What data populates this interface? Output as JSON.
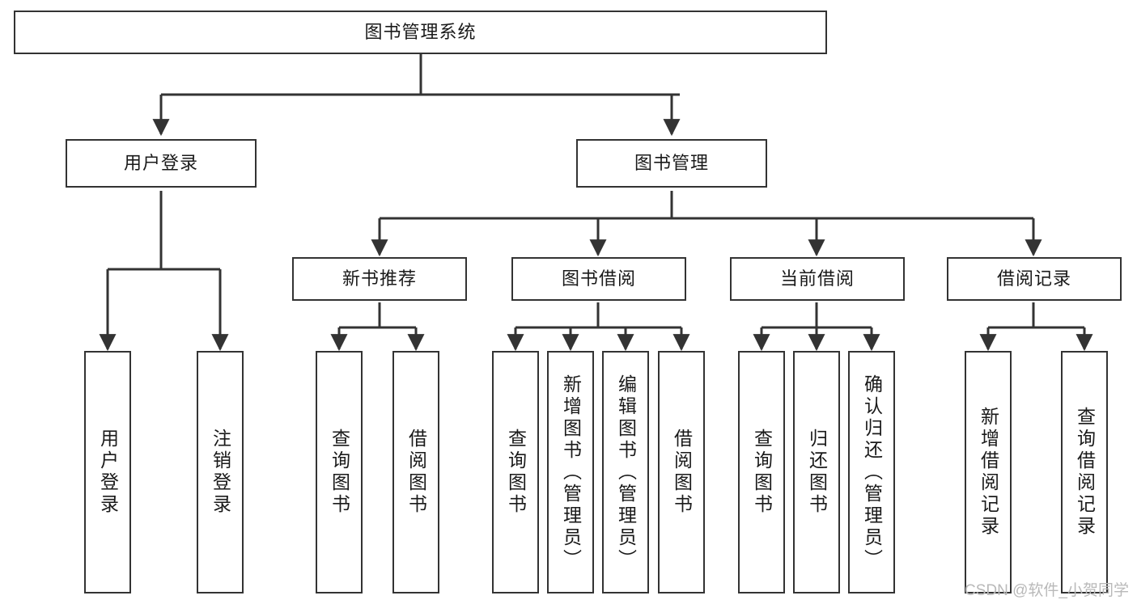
{
  "diagram": {
    "type": "tree-hierarchy",
    "title": "图书管理系统",
    "background_color": "#ffffff",
    "line_color": "#333333",
    "box_border_color": "#333333",
    "box_fill_color": "#ffffff",
    "text_color": "#1a1a1a"
  },
  "root": {
    "label": "图书管理系统"
  },
  "level2": [
    {
      "label": "用户登录"
    },
    {
      "label": "图书管理"
    }
  ],
  "level3": [
    {
      "label": "新书推荐"
    },
    {
      "label": "图书借阅"
    },
    {
      "label": "当前借阅"
    },
    {
      "label": "借阅记录"
    }
  ],
  "leaves": {
    "user_login": [
      {
        "label": "用户登录"
      },
      {
        "label": "注销登录"
      }
    ],
    "new_book": [
      {
        "label": "查询图书"
      },
      {
        "label": "借阅图书"
      }
    ],
    "borrow_book": [
      {
        "label": "查询图书"
      },
      {
        "label": "新增图书（管理员）"
      },
      {
        "label": "编辑图书（管理员）"
      },
      {
        "label": "借阅图书"
      }
    ],
    "current_borrow": [
      {
        "label": "查询图书"
      },
      {
        "label": "归还图书"
      },
      {
        "label": "确认归还（管理员）"
      }
    ],
    "borrow_record": [
      {
        "label": "新增借阅记录"
      },
      {
        "label": "查询借阅记录"
      }
    ]
  },
  "watermark": {
    "text": "CSDN @软件_小贺同学"
  }
}
